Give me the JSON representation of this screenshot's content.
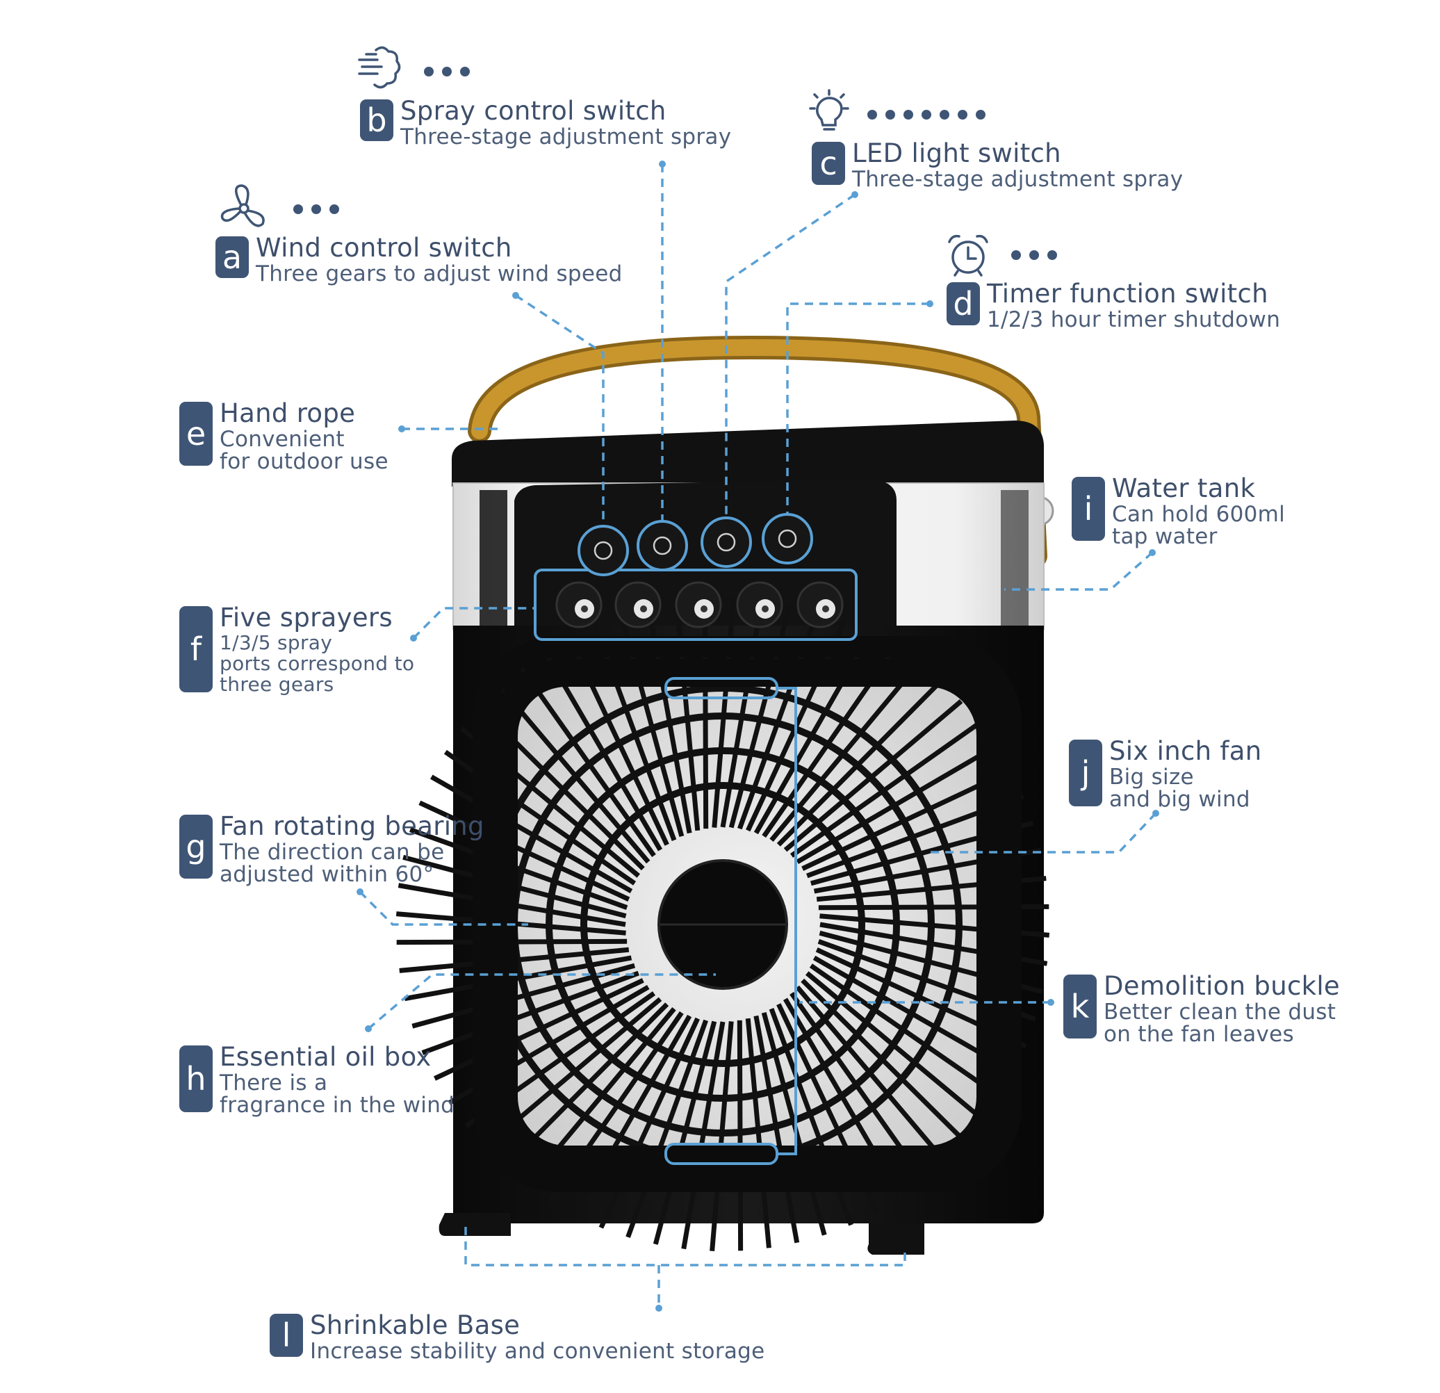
{
  "colors": {
    "accent": "#3f5575",
    "leader_line": "#5aa0d4",
    "body": "#141414",
    "handle": "#c9962e"
  },
  "callouts": {
    "a": {
      "letter": "a",
      "title": "Wind control switch",
      "desc": [
        "Three gears to adjust wind speed"
      ],
      "icon": "fan-icon",
      "dots": 3
    },
    "b": {
      "letter": "b",
      "title": "Spray control switch",
      "desc": [
        "Three-stage adjustment spray"
      ],
      "icon": "spray-icon",
      "dots": 3
    },
    "c": {
      "letter": "c",
      "title": "LED light switch",
      "desc": [
        "Three-stage adjustment spray"
      ],
      "icon": "light-bulb-icon",
      "dots": 7
    },
    "d": {
      "letter": "d",
      "title": "Timer function switch",
      "desc": [
        "1/2/3 hour timer shutdown"
      ],
      "icon": "alarm-clock-icon",
      "dots": 3
    },
    "e": {
      "letter": "e",
      "title": "Hand rope",
      "desc": [
        "Convenient",
        "for outdoor use"
      ]
    },
    "f": {
      "letter": "f",
      "title": "Five sprayers",
      "desc": [
        "1/3/5 spray",
        "ports correspond to",
        "three gears"
      ]
    },
    "g": {
      "letter": "g",
      "title": "Fan rotating bearing",
      "desc": [
        "The direction can be",
        "adjusted within 60°"
      ]
    },
    "h": {
      "letter": "h",
      "title": "Essential oil box",
      "desc": [
        "There is a",
        "fragrance in the wind"
      ]
    },
    "i": {
      "letter": "i",
      "title": "Water tank",
      "desc": [
        "Can hold 600ml",
        "tap water"
      ]
    },
    "j": {
      "letter": "j",
      "title": "Six inch fan",
      "desc": [
        "Big size",
        "and big wind"
      ]
    },
    "k": {
      "letter": "k",
      "title": "Demolition buckle",
      "desc": [
        "Better clean the dust",
        "on the fan leaves"
      ]
    },
    "l": {
      "letter": "l",
      "title": "Shrinkable Base",
      "desc": [
        "Increase stability and convenient storage"
      ]
    }
  }
}
